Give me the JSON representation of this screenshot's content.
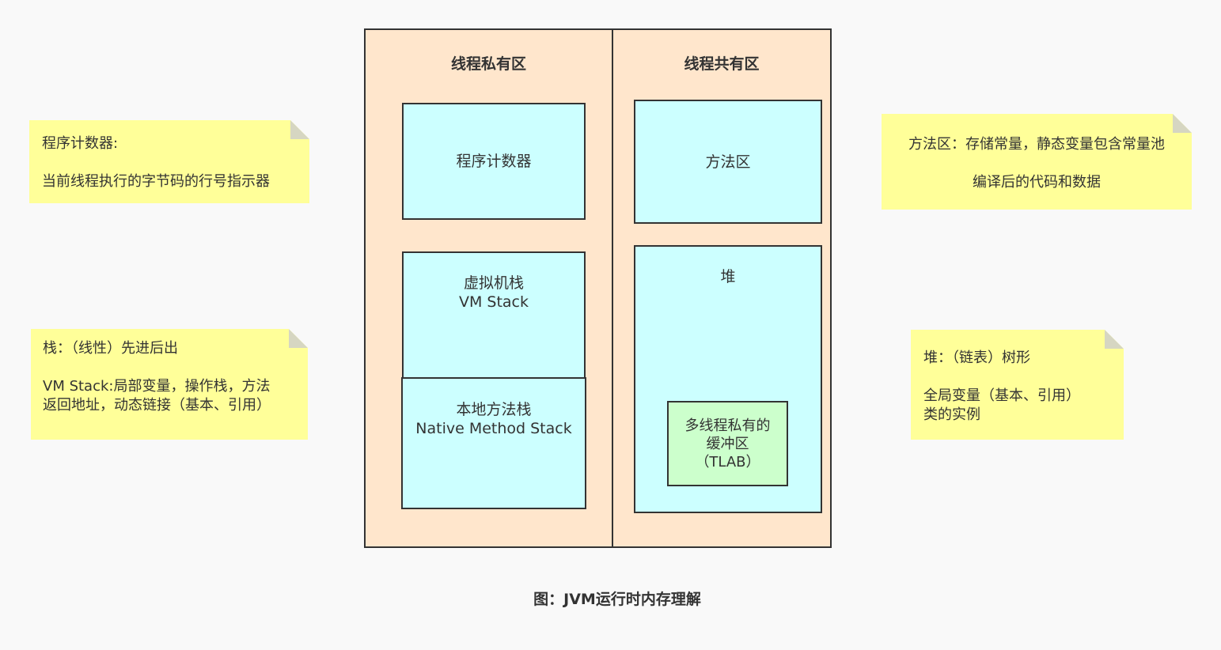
{
  "left_panel": {
    "title": "线程私有区"
  },
  "right_panel": {
    "title": "线程共有区"
  },
  "boxes": {
    "program_counter": "程序计数器",
    "vm_stack": {
      "line1": "虚拟机栈",
      "line2": "VM Stack"
    },
    "native_stack": {
      "line1": "本地方法栈",
      "line2": "Native Method Stack"
    },
    "method_area": "方法区",
    "heap": "堆",
    "tlab": {
      "line1": "多线程私有的",
      "line2": "缓冲区",
      "line3": "（TLAB）"
    }
  },
  "notes": {
    "counter": {
      "title": "程序计数器:",
      "body": "当前线程执行的字节码的行号指示器"
    },
    "stack": {
      "title": "栈：（线性）先进后出",
      "body1": "VM Stack:局部变量，操作栈，方法",
      "body2": "返回地址，动态链接（基本、引用）"
    },
    "method": {
      "line1": "方法区：存储常量，静态变量包含常量池",
      "line2": "编译后的代码和数据"
    },
    "heap": {
      "title": "堆：（链表）树形",
      "body1": "全局变量（基本、引用）",
      "body2": "类的实例"
    }
  },
  "caption": "图：JVM运行时内存理解",
  "colors": {
    "panel_fill": "#ffe6cc",
    "box_fill": "#ccffff",
    "tlab_fill": "#ccffcc",
    "note_fill": "#ffff99",
    "border": "#333333"
  }
}
